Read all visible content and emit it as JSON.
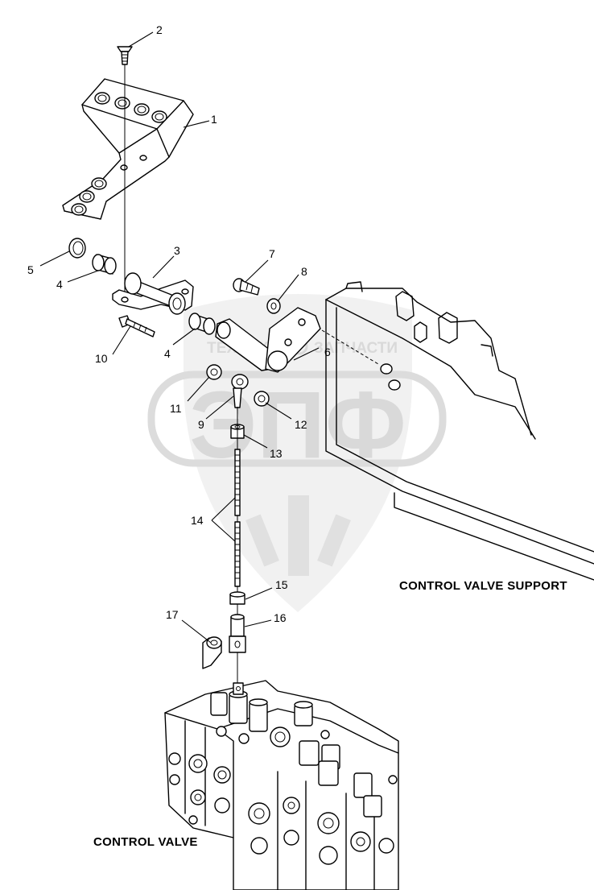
{
  "watermark": {
    "brand_letters": "ЭПФ",
    "tagline_left": "ТЕХНИКА",
    "tagline_right": "ЗАПЧАСТИ"
  },
  "captions": {
    "control_valve_support": "CONTROL VALVE SUPPORT",
    "control_valve": "CONTROL VALVE"
  },
  "callouts": {
    "c1": "1",
    "c2": "2",
    "c3": "3",
    "c4a": "4",
    "c4b": "4",
    "c5": "5",
    "c6": "6",
    "c7": "7",
    "c8": "8",
    "c9": "9",
    "c10": "10",
    "c11": "11",
    "c12": "12",
    "c13": "13",
    "c14": "14",
    "c15": "15",
    "c16": "16",
    "c17": "17"
  }
}
